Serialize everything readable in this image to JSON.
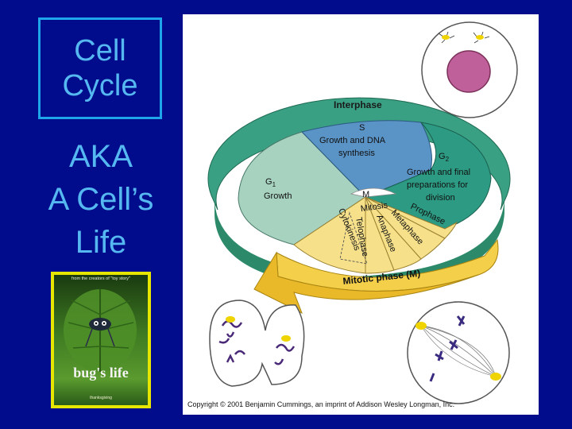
{
  "slide": {
    "title_line1": "Cell",
    "title_line2": "Cycle",
    "subtitle_line1": "AKA",
    "subtitle_line2": "A Cell’s",
    "subtitle_line3": "Life"
  },
  "poster": {
    "top_text": "from the creators of \"toy story\"",
    "title": "bug's life",
    "bottom_text": "thanksgiving"
  },
  "diagram": {
    "interphase_label": "Interphase",
    "s_label": "S",
    "s_desc_line1": "Growth and DNA",
    "s_desc_line2": "synthesis",
    "g1_label": "G",
    "g1_sub": "1",
    "g1_desc": "Growth",
    "g2_label": "G",
    "g2_sub": "2",
    "g2_desc_line1": "Growth and final",
    "g2_desc_line2": "preparations for",
    "g2_desc_line3": "division",
    "m_label": "M",
    "mitosis_label": "Mitosis",
    "cytokinesis_label": "Cytokinesis",
    "telophase_label": "Telophase",
    "anaphase_label": "Anaphase",
    "metaphase_label": "Metaphase",
    "prophase_label": "Prophase",
    "mitotic_phase_label": "Mitotic phase (M)",
    "copyright": "Copyright © 2001 Benjamin Cummings, an imprint of Addison Wesley Longman, Inc."
  }
}
